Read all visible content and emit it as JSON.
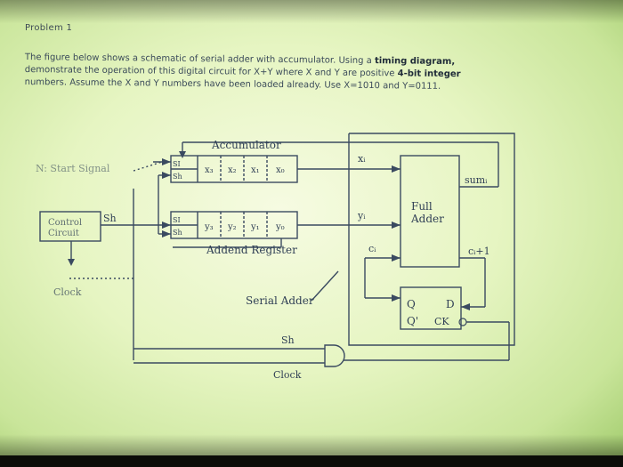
{
  "problem": {
    "title": "Problem 1",
    "line1_prefix": "The figure below shows a schematic of serial adder with accumulator. Using a ",
    "line1_bold": "timing diagram,",
    "line2_prefix": "demonstrate the operation of this digital circuit for X+Y where X and Y are positive ",
    "line2_bold": "4-bit integer",
    "line3": "numbers. Assume the X and Y numbers have been loaded already. Use X=1010 and Y=0111."
  },
  "schematic": {
    "accumulator_label": "Accumulator",
    "addend_label": "Addend Register",
    "start_signal": "N: Start Signal",
    "control_line1": "Control",
    "control_line2": "Circuit",
    "sh_control": "Sh",
    "clock_left": "Clock",
    "serial_adder": "Serial Adder",
    "sh_gate": "Sh",
    "clock_gate": "Clock",
    "si": "SI",
    "sh_port": "Sh",
    "acc_bits": [
      "x₃",
      "x₂",
      "x₁",
      "x₀"
    ],
    "addend_bits": [
      "y₃",
      "y₂",
      "y₁",
      "y₀"
    ],
    "xi": "xᵢ",
    "yi": "yᵢ",
    "ci": "cᵢ",
    "sum": "sumᵢ",
    "full_line1": "Full",
    "full_line2": "Adder",
    "ci1": "cᵢ+1",
    "ff_q": "Q",
    "ff_d": "D",
    "ff_qbar": "Q'",
    "ff_ck": "CK"
  }
}
